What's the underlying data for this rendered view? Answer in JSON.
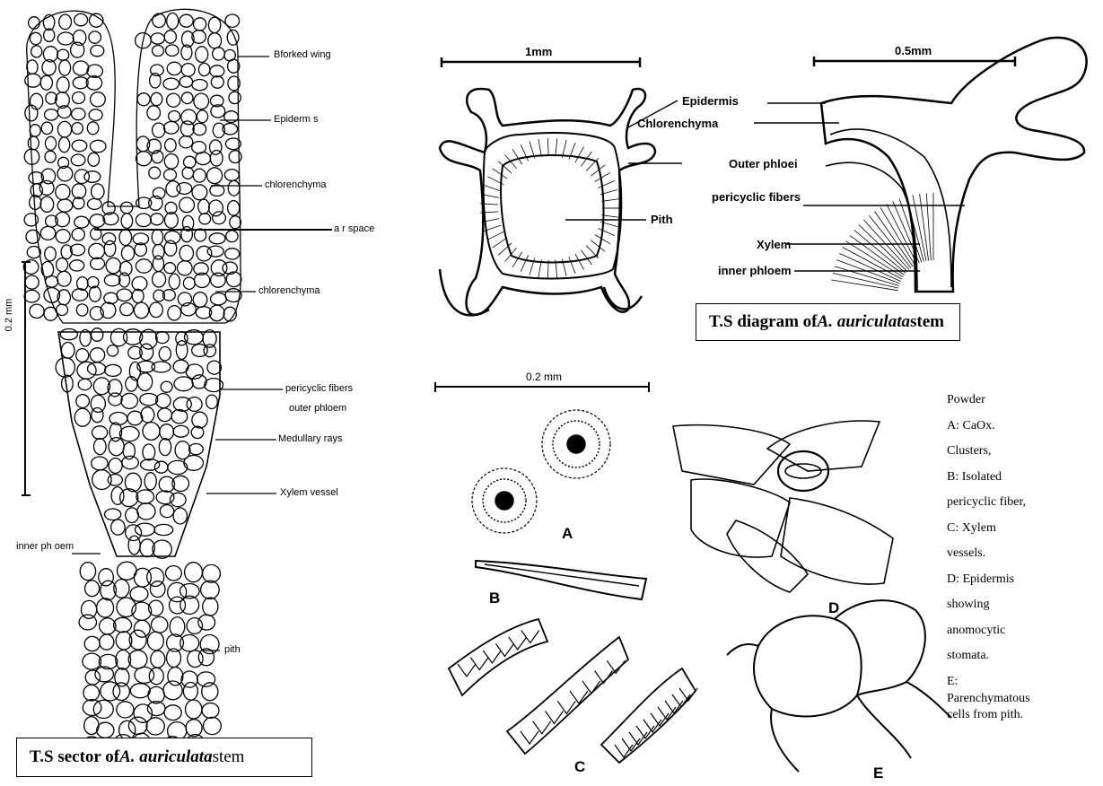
{
  "left_panel": {
    "labels": {
      "bforked_wing": "Bforked wing",
      "epidermis": "Epiderm s",
      "chlorenchyma_1": "chlorenchyma",
      "air_space": "a r space",
      "chlorenchyma_2": "chlorenchyma",
      "pericyclic_fibers": "pericyclic fibers",
      "outer_phloem": "outer phloem",
      "medullary_rays": "Medullary rays",
      "xylem_vessel": "Xylem vessel",
      "inner_phloem": "inner ph oem",
      "pith": "pith"
    },
    "scale": "0.2 mm",
    "caption_pre": "T.S sector of ",
    "caption_species": "A. auriculata",
    "caption_post": " stem"
  },
  "center_panel": {
    "scale": "1mm",
    "labels": {
      "epidermis": "Epidermis",
      "chlorenchyma": "Chlorenchyma",
      "outer_phloem": "Outer phloei",
      "pericyclic_fibers": "pericyclic fibers",
      "pith": "Pith",
      "xylem": "Xylem",
      "inner_phloem": "inner phloem"
    }
  },
  "right_panel": {
    "scale": "0.5mm",
    "caption_pre": "T.S diagram of ",
    "caption_species": "A. auriculata",
    "caption_post": " stem"
  },
  "powder_panel": {
    "scale": "0.2 mm",
    "letters": {
      "a": "A",
      "b": "B",
      "c": "C",
      "d": "D",
      "e": "E"
    }
  },
  "legend": [
    "Powder",
    "A: CaOx.",
    "Clusters,",
    "B: Isolated",
    "pericyclic fiber,",
    "C: Xylem",
    "vessels.",
    "D: Epidermis",
    "showing",
    "anomocytic",
    "stomata.",
    "E:",
    "Parenchymatous",
    "cells from pith."
  ]
}
